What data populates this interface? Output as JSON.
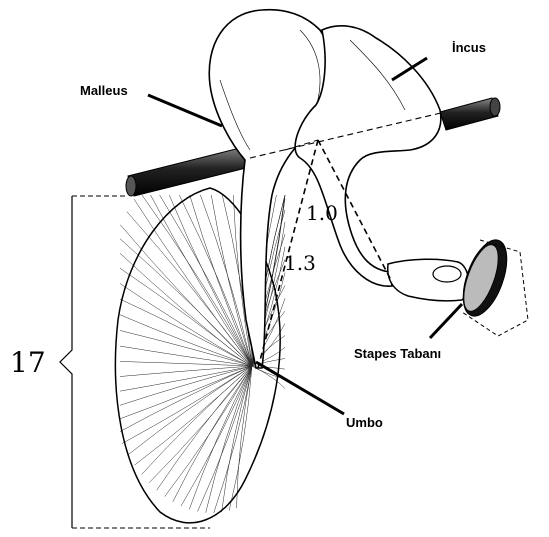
{
  "labels": {
    "malleus": "Malleus",
    "incus": "İncus",
    "stapes": "Stapes Tabanı",
    "umbo": "Umbo"
  },
  "ratios": {
    "incus_arm": "1.0",
    "malleus_arm": "1.3",
    "membrane": "17"
  },
  "colors": {
    "ink": "#000000",
    "paper": "#ffffff"
  }
}
